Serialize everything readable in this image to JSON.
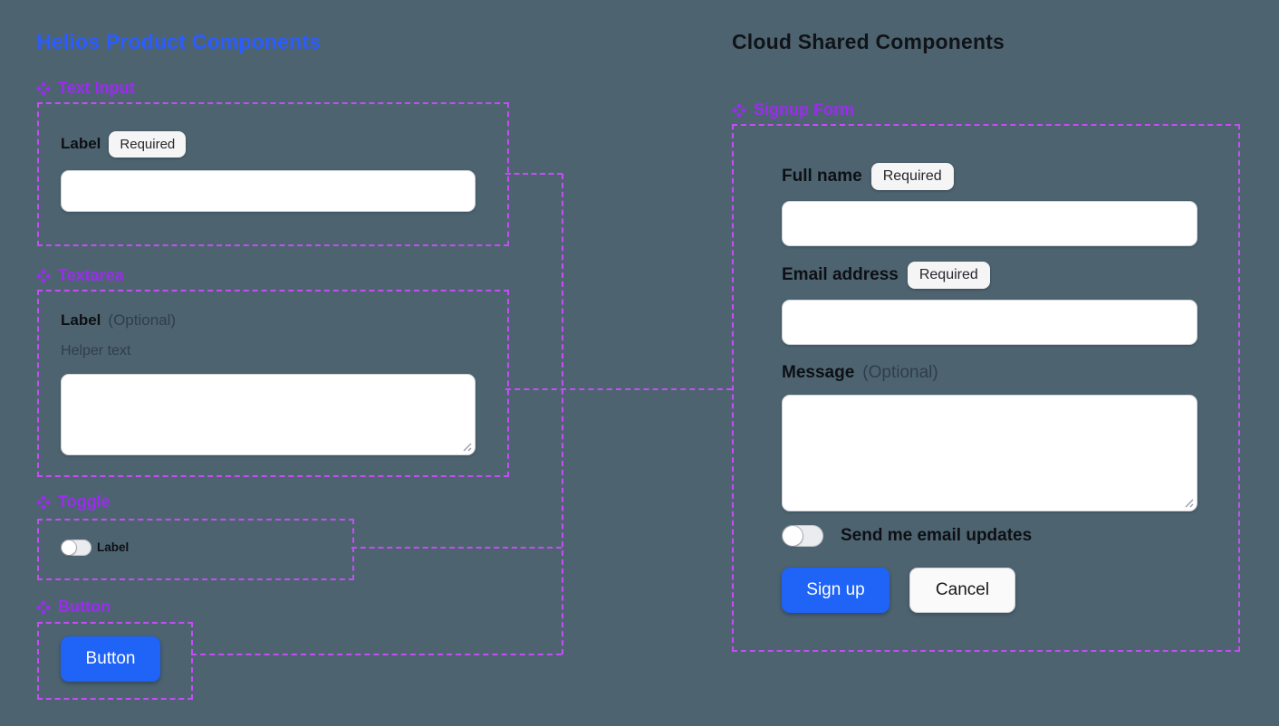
{
  "colors": {
    "background": "#4d6470",
    "component_purple": "#9c2bf1",
    "connector_purple": "#c44df6",
    "title_blue": "#2b5cff",
    "title_dark": "#101318",
    "primary_button_blue": "#1f63f7",
    "badge_gray": "#f5f5f6"
  },
  "icons": {
    "section_marker": "component-diamond-icon",
    "textarea_corner": "resize-handle-icon"
  },
  "left": {
    "title": "Helios Product Components",
    "text_input": {
      "header": "Text Input",
      "label": "Label",
      "badge": "Required"
    },
    "textarea": {
      "header": "Textarea",
      "label": "Label",
      "optional": "(Optional)",
      "helper": "Helper text"
    },
    "toggle": {
      "header": "Toggle",
      "label": "Label"
    },
    "button": {
      "header": "Button",
      "label": "Button"
    }
  },
  "right": {
    "title": "Cloud Shared Components",
    "signup_form": {
      "header": "Signup Form",
      "full_name": {
        "label": "Full name",
        "badge": "Required"
      },
      "email": {
        "label": "Email address",
        "badge": "Required"
      },
      "message": {
        "label": "Message",
        "optional": "(Optional)"
      },
      "updates_toggle": {
        "label": "Send me email updates"
      },
      "submit": "Sign up",
      "cancel": "Cancel"
    }
  }
}
